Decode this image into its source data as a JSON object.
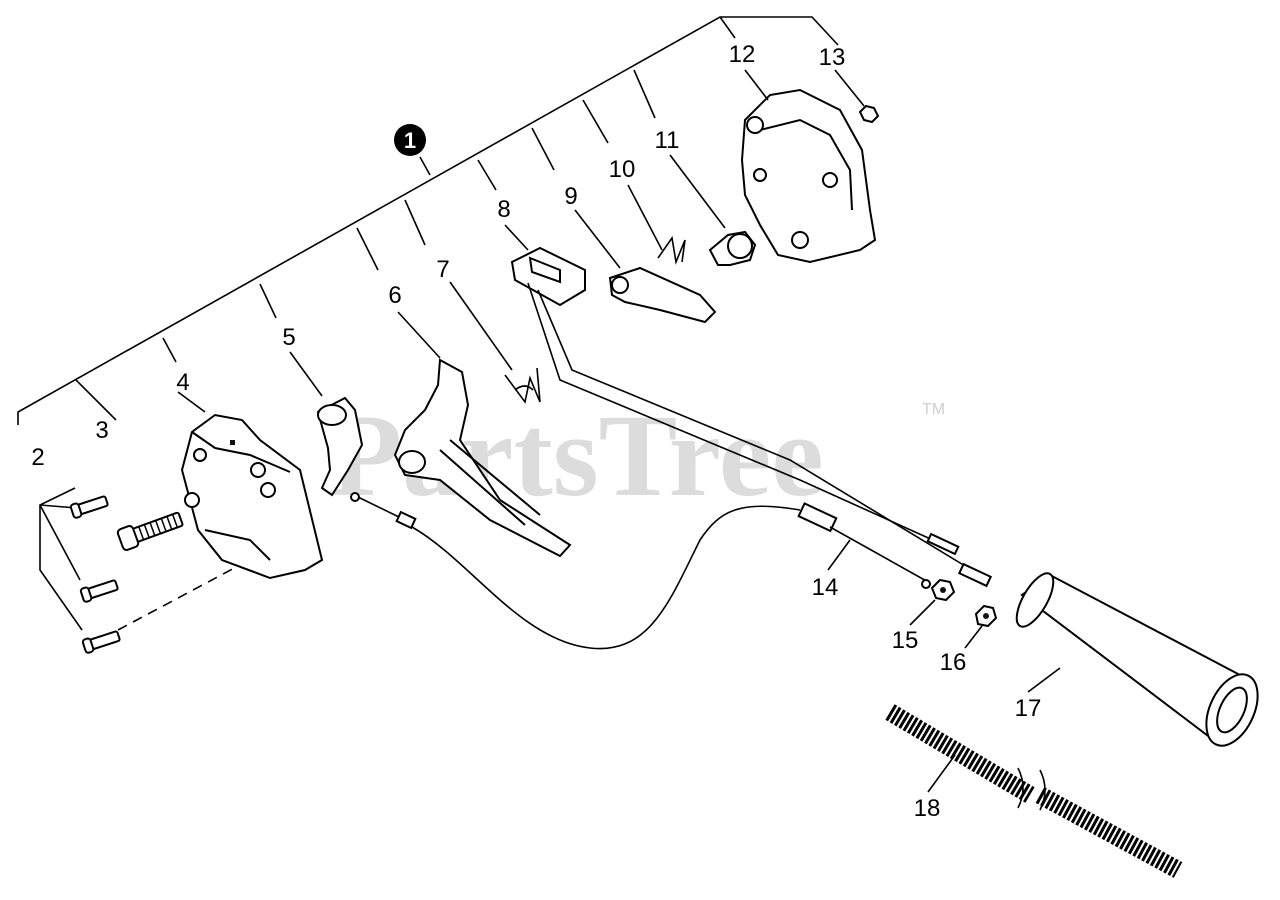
{
  "watermark": {
    "text": "PartsTree",
    "trademark": "TM"
  },
  "kit_marker": "1",
  "callouts": {
    "c2": "2",
    "c3": "3",
    "c4": "4",
    "c5": "5",
    "c6": "6",
    "c7": "7",
    "c8": "8",
    "c9": "9",
    "c10": "10",
    "c11": "11",
    "c12": "12",
    "c13": "13",
    "c14": "14",
    "c15": "15",
    "c16": "16",
    "c17": "17",
    "c18": "18"
  }
}
